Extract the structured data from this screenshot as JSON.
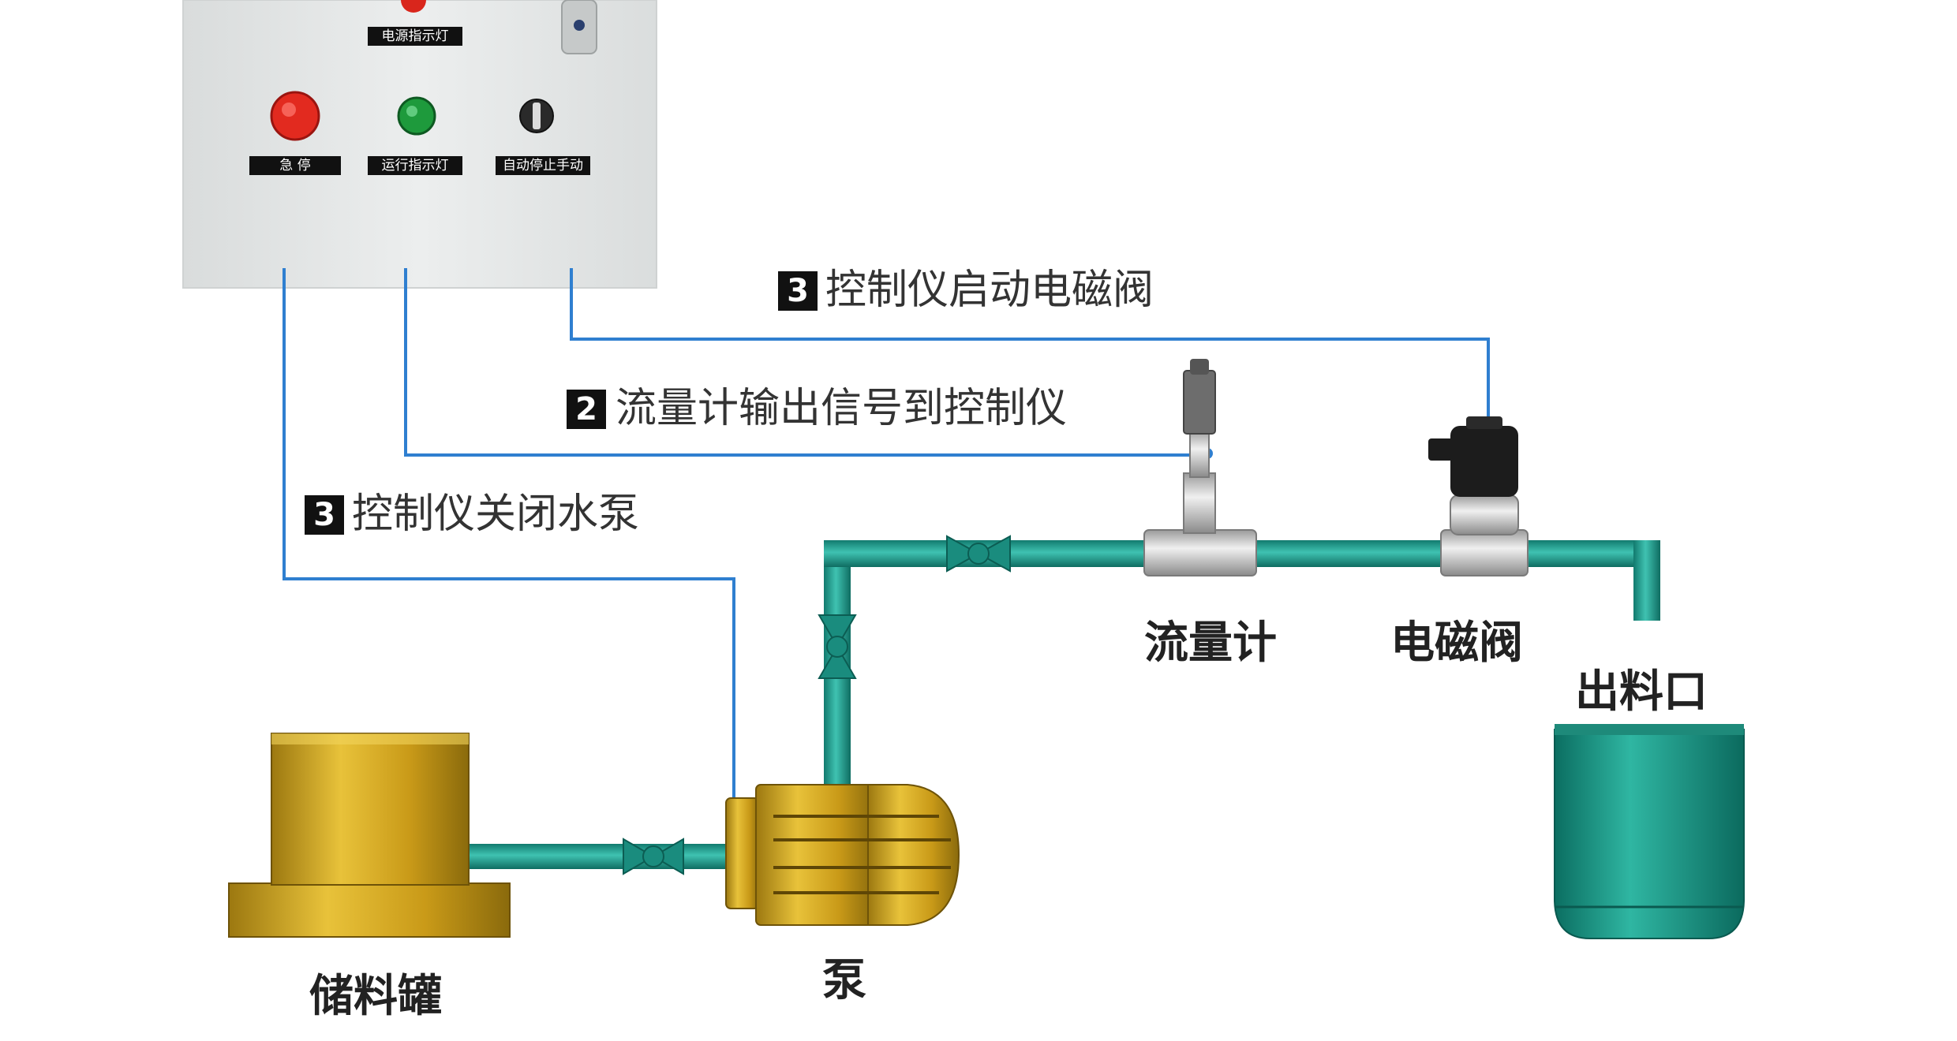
{
  "panel": {
    "labels": {
      "power_light": "电源指示灯",
      "emergency_stop": "急 停",
      "run_light": "运行指示灯",
      "mode_switch": "自动停止手动"
    }
  },
  "steps": {
    "valve_start": {
      "number": "3",
      "text": "控制仪启动电磁阀"
    },
    "flow_signal": {
      "number": "2",
      "text": "流量计输出信号到控制仪"
    },
    "pump_stop": {
      "number": "3",
      "text": "控制仪关闭水泵"
    }
  },
  "components": {
    "flowmeter": "流量计",
    "solenoid_valve": "电磁阀",
    "outlet": "出料口",
    "storage_tank": "储料罐",
    "pump": "泵"
  },
  "colors": {
    "signal_wire": "#2f7fd0",
    "pipe": "#1f9a8c",
    "tank_gold": "#d4a51c",
    "outlet_tank": "#1a9a88",
    "panel": "#e4e6e6"
  }
}
